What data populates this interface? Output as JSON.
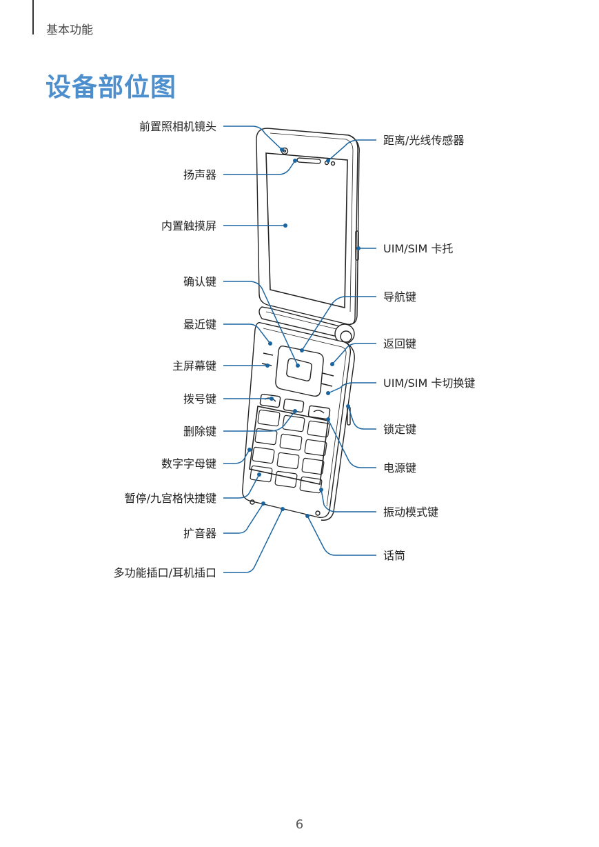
{
  "header": {
    "section": "基本功能"
  },
  "title": "设备部位图",
  "labels": {
    "front_camera": "前置照相机镜头",
    "speaker": "扬声器",
    "inner_touchscreen": "内置触摸屏",
    "ok_key": "确认键",
    "recent_key": "最近键",
    "home_key": "主屏幕键",
    "dial_key": "拨号键",
    "delete_key": "删除键",
    "alphanumeric_keys": "数字字母键",
    "pause_speed_dial_key": "暂停/九宫格快捷键",
    "loudspeaker": "扩音器",
    "multipurpose_jack": "多功能插口/耳机插口",
    "proximity_light_sensor": "距离/光线传感器",
    "sim_tray": "UIM/SIM 卡托",
    "nav_key": "导航键",
    "back_key": "返回键",
    "sim_switch_key": "UIM/SIM 卡切换键",
    "lock_key": "锁定键",
    "power_key": "电源键",
    "vibration_key": "振动模式键",
    "microphone": "话筒"
  },
  "colors": {
    "accent": "#4d8fcc",
    "callout": "#1a64a0"
  },
  "page_number": "6"
}
